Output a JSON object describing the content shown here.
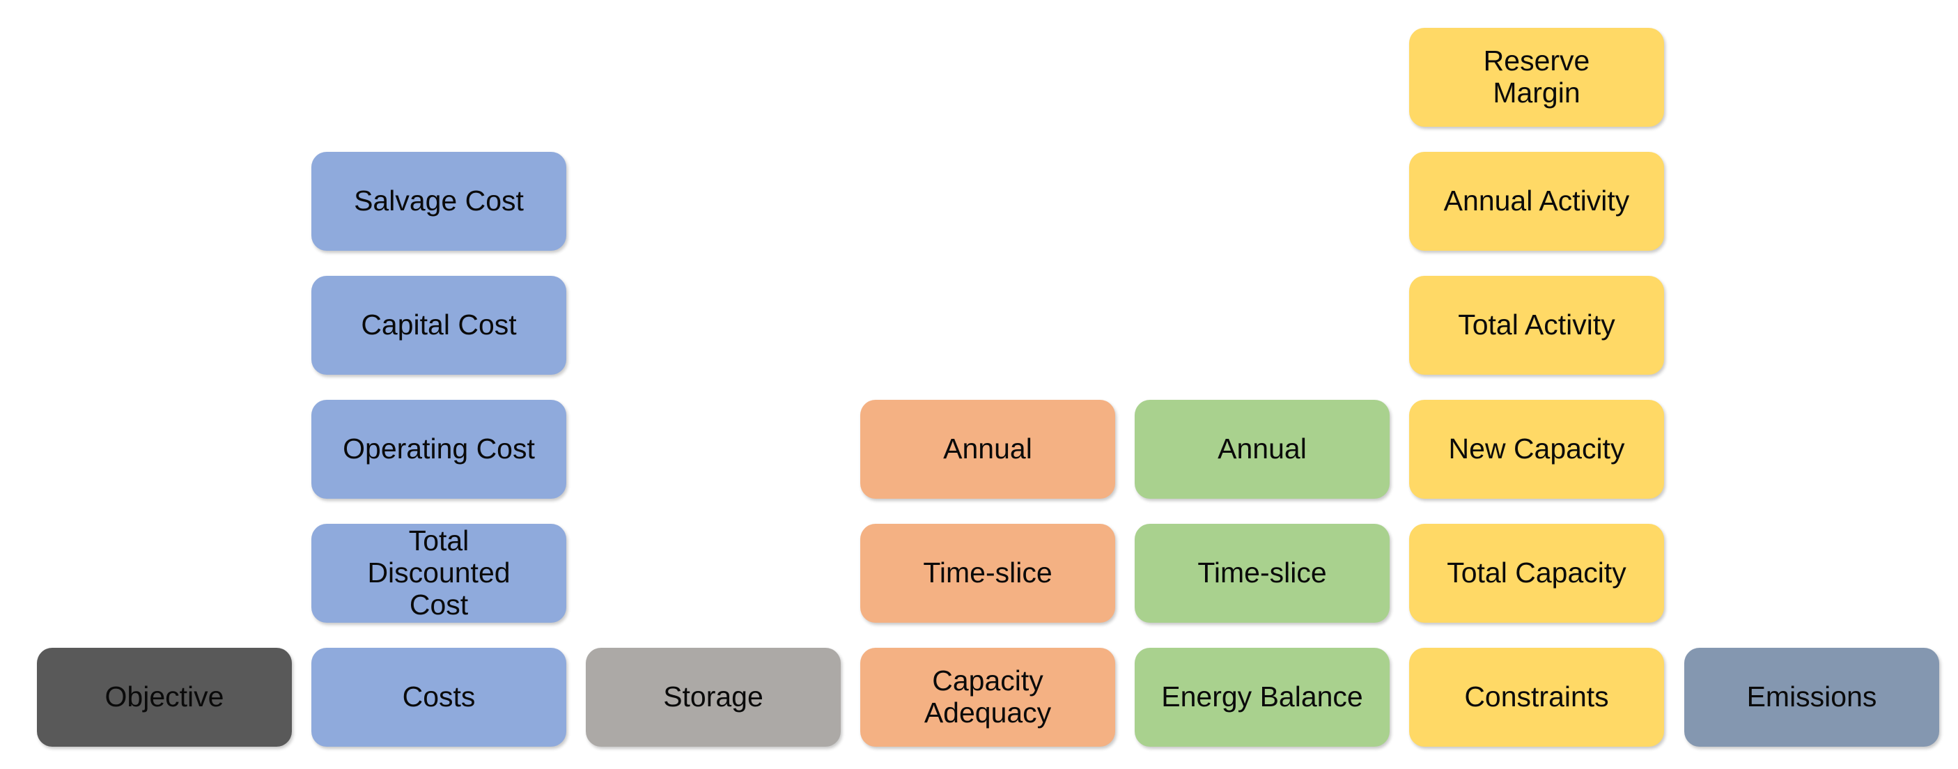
{
  "palette": {
    "objective": "#595959",
    "costs": "#8FAADC",
    "storage": "#ACA9A6",
    "capacity_adequacy": "#F4B183",
    "energy_balance": "#A9D18E",
    "constraints": "#FFD966",
    "emissions": "#8497B0",
    "text": "#0a0a0a",
    "background": "#FFFFFF"
  },
  "boxes": [
    {
      "label": "Objective",
      "group": "objective"
    },
    {
      "label": "Costs",
      "group": "costs"
    },
    {
      "label": "Total Discounted Cost",
      "group": "costs"
    },
    {
      "label": "Operating Cost",
      "group": "costs"
    },
    {
      "label": "Capital Cost",
      "group": "costs"
    },
    {
      "label": "Salvage Cost",
      "group": "costs"
    },
    {
      "label": "Storage",
      "group": "storage"
    },
    {
      "label": "Capacity Adequacy",
      "group": "capacity_adequacy"
    },
    {
      "label": "Time-slice",
      "group": "capacity_adequacy"
    },
    {
      "label": "Annual",
      "group": "capacity_adequacy"
    },
    {
      "label": "Energy Balance",
      "group": "energy_balance"
    },
    {
      "label": "Time-slice",
      "group": "energy_balance"
    },
    {
      "label": "Annual",
      "group": "energy_balance"
    },
    {
      "label": "Constraints",
      "group": "constraints"
    },
    {
      "label": "Total Capacity",
      "group": "constraints"
    },
    {
      "label": "New Capacity",
      "group": "constraints"
    },
    {
      "label": "Total Activity",
      "group": "constraints"
    },
    {
      "label": "Annual Activity",
      "group": "constraints"
    },
    {
      "label": "Reserve Margin",
      "group": "constraints"
    },
    {
      "label": "Emissions",
      "group": "emissions"
    }
  ]
}
